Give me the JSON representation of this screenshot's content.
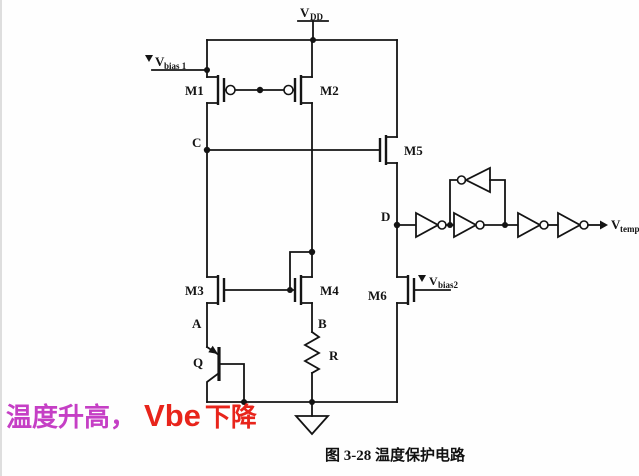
{
  "figure": {
    "caption": "图 3-28 温度保护电路"
  },
  "slogan": {
    "part1": "温度升高，",
    "part2": "Vbe",
    "part3": "下降"
  },
  "power": {
    "vdd_main": "V",
    "vdd_sub": "DD"
  },
  "signals": {
    "vbias1_main": "V",
    "vbias1_sub": "bias 1",
    "vbias2_main": "V",
    "vbias2_sub": "bias2",
    "vtemp_main": "V",
    "vtemp_sub": "temp"
  },
  "devices": {
    "m1": "M1",
    "m2": "M2",
    "m3": "M3",
    "m4": "M4",
    "m5": "M5",
    "m6": "M6",
    "q": "Q",
    "r": "R"
  },
  "nodes": {
    "a": "A",
    "b": "B",
    "c": "C",
    "d": "D"
  },
  "colors": {
    "wire": "#141414",
    "slogan_magenta": "#c53fc5",
    "slogan_red": "#e8241b"
  }
}
